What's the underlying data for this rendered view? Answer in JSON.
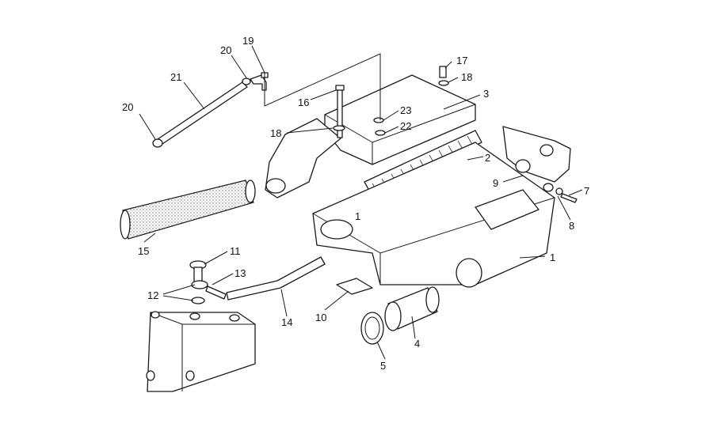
{
  "callouts": [
    {
      "id": "c1a",
      "text": "1"
    },
    {
      "id": "c1b",
      "text": "1"
    },
    {
      "id": "c2",
      "text": "2"
    },
    {
      "id": "c3",
      "text": "3"
    },
    {
      "id": "c4",
      "text": "4"
    },
    {
      "id": "c5",
      "text": "5"
    },
    {
      "id": "c7",
      "text": "7"
    },
    {
      "id": "c8",
      "text": "8"
    },
    {
      "id": "c9",
      "text": "9"
    },
    {
      "id": "c10",
      "text": "10"
    },
    {
      "id": "c11",
      "text": "11"
    },
    {
      "id": "c12",
      "text": "12"
    },
    {
      "id": "c13",
      "text": "13"
    },
    {
      "id": "c14",
      "text": "14"
    },
    {
      "id": "c15",
      "text": "15"
    },
    {
      "id": "c16",
      "text": "16"
    },
    {
      "id": "c17",
      "text": "17"
    },
    {
      "id": "c18a",
      "text": "18"
    },
    {
      "id": "c18b",
      "text": "18"
    },
    {
      "id": "c19",
      "text": "19"
    },
    {
      "id": "c20a",
      "text": "20"
    },
    {
      "id": "c20b",
      "text": "20"
    },
    {
      "id": "c21",
      "text": "21"
    },
    {
      "id": "c22",
      "text": "22"
    },
    {
      "id": "c23",
      "text": "23"
    }
  ]
}
